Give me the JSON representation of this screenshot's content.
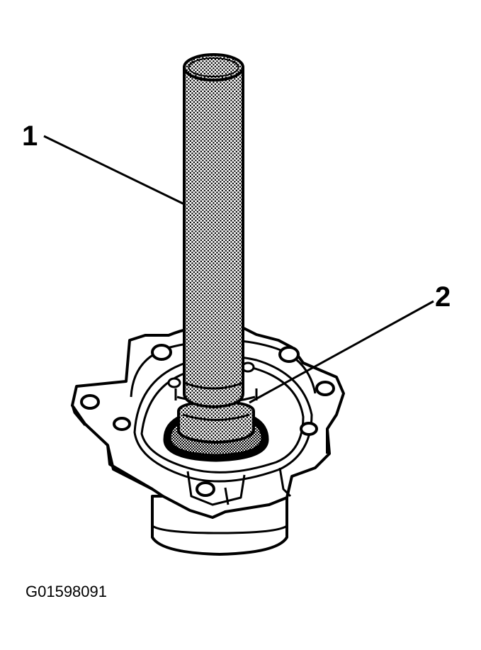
{
  "callouts": [
    {
      "label": "1",
      "target": "tool-shaft"
    },
    {
      "label": "2",
      "target": "seal"
    }
  ],
  "figure_id": "G01598091",
  "colors": {
    "line": "#000000",
    "background": "#ffffff",
    "stipple": "#000000"
  }
}
